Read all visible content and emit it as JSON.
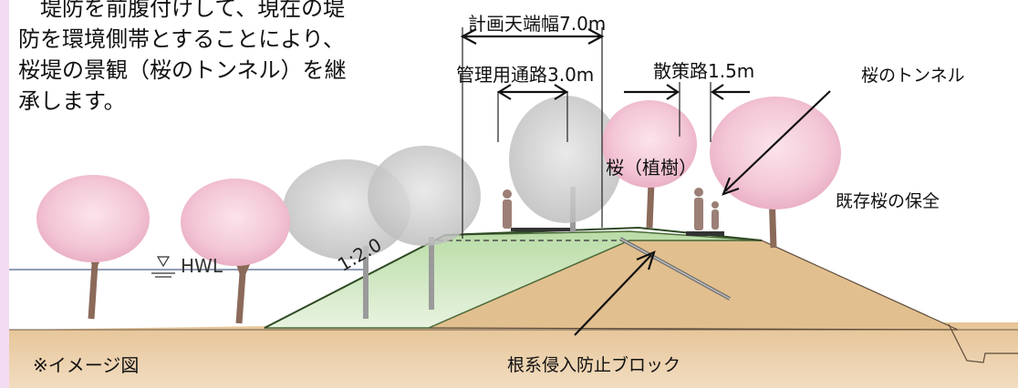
{
  "intro": {
    "lines": [
      "　堤防を前腹付けして、現在の堤",
      "防を環境側帯とすることにより、",
      "桜堤の景観（桜のトンネル）を継",
      "承します。"
    ]
  },
  "dimensions": {
    "crown_width": "計画天端幅7.0m",
    "maintenance_road": "管理用通路3.0m",
    "walking_path": "散策路1.5m"
  },
  "labels": {
    "sakura_tunnel": "桜のトンネル",
    "planted_cherry": "桜（植樹）",
    "existing_cherry": "既存桜の保全",
    "hwl": "HWL",
    "slope": "1:2.0",
    "image_note": "※イメージ図",
    "root_block": "根系侵入防止ブロック"
  },
  "colors": {
    "side_strip": "#f3dcf1",
    "ground": "#e2bf8e",
    "new_embankment": "#cfe6c3",
    "crown_green": "#96c97c",
    "cherry_blossom": "#f3c6d6",
    "trunk": "#8b6a5a",
    "existing_tree": "#c7c7c7"
  }
}
